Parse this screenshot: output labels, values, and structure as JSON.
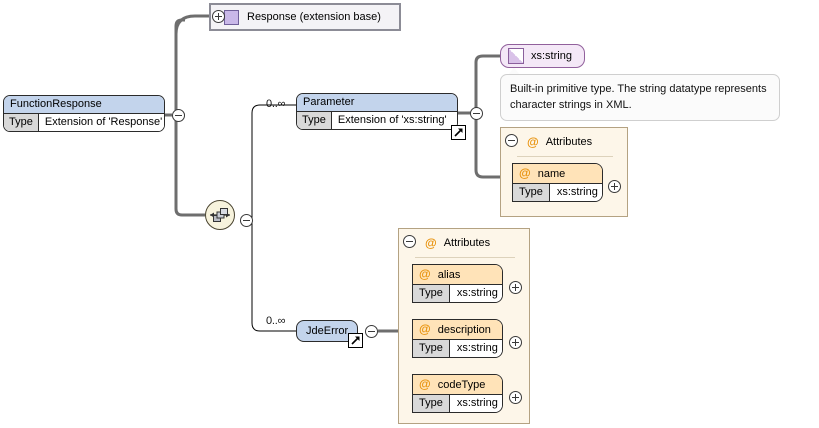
{
  "diagram": {
    "title": "FunctionResponse XML Schema element diagram",
    "colors": {
      "element_header": "#c3d4ec",
      "attribute_header": "#ffe3b8",
      "attribute_group_bg": "#fdf6e9",
      "simple_type_bg": "#f4e8f7",
      "base_type_bg": "#f4f3f6",
      "type_cell": "#d9d9d9",
      "connector_thick": "#6e6e6e",
      "connector_thin": "#000000",
      "at_sign": "#e8920c"
    },
    "root_element": {
      "name": "FunctionResponse",
      "type_label": "Type",
      "type_value": "Extension of 'Response'",
      "toggle": "minus"
    },
    "base_type": {
      "label": "Response (extension base)",
      "toggle": "plus",
      "icon": "violet-square-icon"
    },
    "compositor": {
      "kind": "sequence",
      "toggle": "minus"
    },
    "children": [
      {
        "name": "Parameter",
        "occurrence": "0..∞",
        "type_label": "Type",
        "type_value": "Extension of 'xs:string'",
        "toggle": "minus",
        "has_link_badge": true
      },
      {
        "name": "JdeError",
        "occurrence": "0..∞",
        "toggle": "minus",
        "has_link_badge": true
      }
    ],
    "simple_type": {
      "name": "xs:string",
      "icon": "simple-type-icon"
    },
    "annotation": {
      "line1": "Built-in primitive type. The string datatype represents",
      "line2": "character strings in XML."
    },
    "attribute_groups": [
      {
        "id": "parameter-attributes",
        "label": "Attributes",
        "toggle": "minus",
        "attributes": [
          {
            "name": "name",
            "type_label": "Type",
            "type_value": "xs:string",
            "toggle": "plus"
          }
        ]
      },
      {
        "id": "jdeerror-attributes",
        "label": "Attributes",
        "toggle": "minus",
        "attributes": [
          {
            "name": "alias",
            "type_label": "Type",
            "type_value": "xs:string",
            "toggle": "plus"
          },
          {
            "name": "description",
            "type_label": "Type",
            "type_value": "xs:string",
            "toggle": "plus"
          },
          {
            "name": "codeType",
            "type_label": "Type",
            "type_value": "xs:string",
            "toggle": "plus"
          }
        ]
      }
    ]
  }
}
